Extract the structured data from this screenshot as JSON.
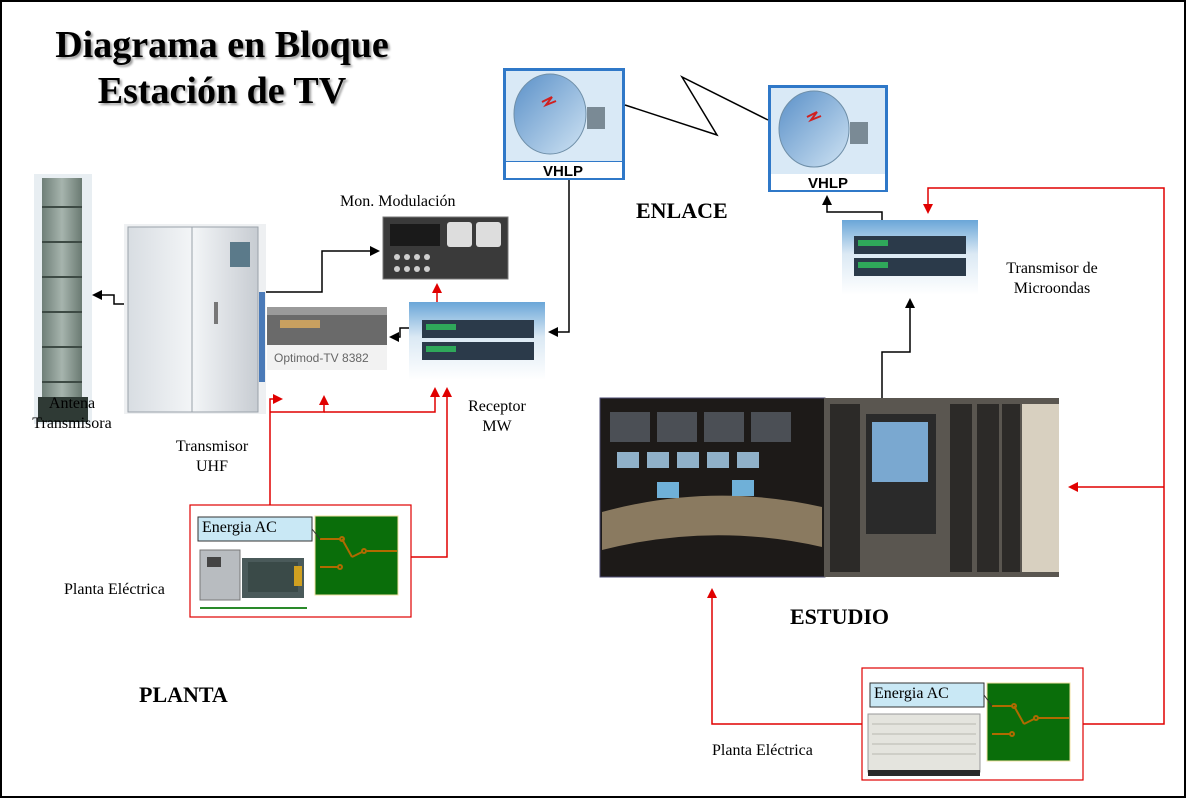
{
  "title": {
    "line1": "Diagrama en Bloque",
    "line2": "Estación de TV"
  },
  "sections": {
    "planta": "PLANTA",
    "enlace": "ENLACE",
    "estudio": "ESTUDIO"
  },
  "labels": {
    "antena_line1": "Antena",
    "antena_line2": "Transmisora",
    "transmisor_uhf_line1": "Transmisor",
    "transmisor_uhf_line2": "UHF",
    "mon_modulacion": "Mon. Modulación",
    "optimod": "Optimod-TV 8382",
    "receptor_line1": "Receptor",
    "receptor_line2": "MW",
    "tx_micro_line1": "Transmisor de",
    "tx_micro_line2": "Microondas",
    "planta_electrica_left": "Planta Eléctrica",
    "planta_electrica_right": "Planta Eléctrica",
    "energia_ac_left": "Energia AC",
    "energia_ac_right": "Energia AC",
    "vhlp_left": "VHLP",
    "vhlp_right": "VHLP"
  },
  "colors": {
    "signal_line": "#000000",
    "power_line": "#e00000",
    "switch_panel": "#0a6e0a",
    "switch_contacts": "#b06a00",
    "box_border": "#e00000",
    "energia_box": "#c9e8f5"
  }
}
